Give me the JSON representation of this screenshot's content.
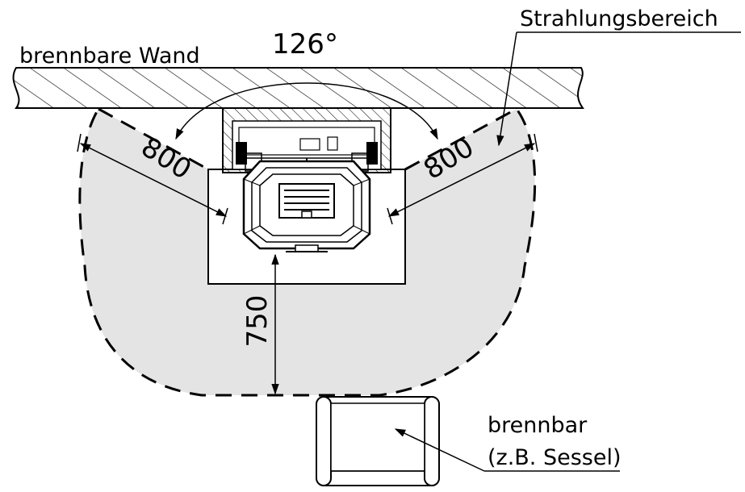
{
  "labels": {
    "wall": "brennbare Wand",
    "angle": "126°",
    "radiation_zone": "Strahlungsbereich",
    "combustible_line1": "brennbar",
    "combustible_line2": "(z.B. Sessel)"
  },
  "dimensions": {
    "side_left": "800",
    "side_right": "800",
    "front": "750"
  },
  "colors": {
    "zone_fill": "#e4e4e4",
    "line": "#000000",
    "background": "#ffffff"
  }
}
